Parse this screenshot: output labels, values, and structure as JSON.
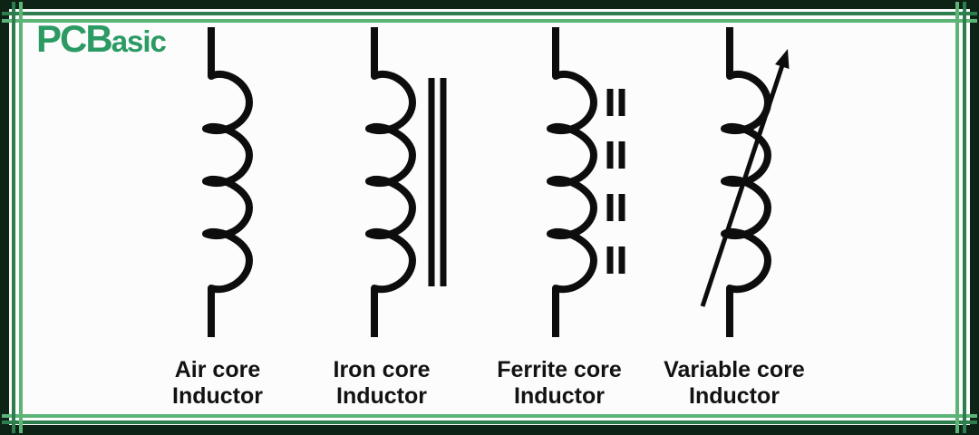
{
  "logo": {
    "text": "PCBasic",
    "text_main": "PCB",
    "text_tail": "asic"
  },
  "colors": {
    "logo_green": "#2b9a63",
    "frame_dark_band": "#0d2315",
    "frame_line_outer": "#2e7d4e",
    "frame_line_inner": "#5cb577",
    "symbol_ink": "#0d0d0d",
    "background": "#fbfcfb"
  },
  "diagram": {
    "topic": "Inductor schematic symbols",
    "symbols": [
      {
        "id": "air-core-inductor",
        "label_line1": "Air core",
        "label_line2": "Inductor",
        "core_marking": "none"
      },
      {
        "id": "iron-core-inductor",
        "label_line1": "Iron core",
        "label_line2": "Inductor",
        "core_marking": "two solid parallel lines"
      },
      {
        "id": "ferrite-core-inductor",
        "label_line1": "Ferrite core",
        "label_line2": "Inductor",
        "core_marking": "two dashed parallel lines (4 dash pairs)"
      },
      {
        "id": "variable-core-inductor",
        "label_line1": "Variable core",
        "label_line2": "Inductor",
        "core_marking": "diagonal arrow through coil"
      }
    ]
  }
}
